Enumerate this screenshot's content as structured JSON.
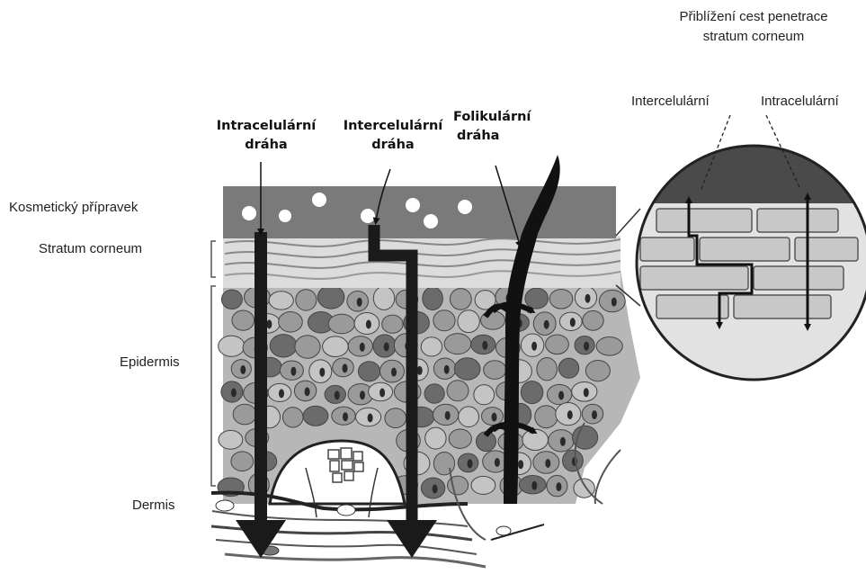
{
  "zoom_title": {
    "line1": "Přiblížení cest penetrace",
    "line2": "stratum corneum"
  },
  "zoom_labels": {
    "intercellular": "Intercelulární",
    "intracellular": "Intracelulární"
  },
  "pathways": {
    "intracellular": {
      "line1": "Intracelulární",
      "line2": "dráha"
    },
    "intercellular": {
      "line1": "Intercelulární",
      "line2": "dráha"
    },
    "follicular": {
      "line1": "Folikulární",
      "line2": "dráha"
    }
  },
  "layers": {
    "cosmetic": "Kosmetický přípravek",
    "stratum_corneum": "Stratum corneum",
    "epidermis": "Epidermis",
    "dermis": "Dermis"
  },
  "colors": {
    "product": "#7a7a7a",
    "droplet": "#ffffff",
    "cell_dark": "#6b6b6b",
    "cell_mid": "#9a9a9a",
    "cell_light": "#c4c4c4",
    "arrow": "#1a1a1a",
    "hair": "#111111"
  }
}
